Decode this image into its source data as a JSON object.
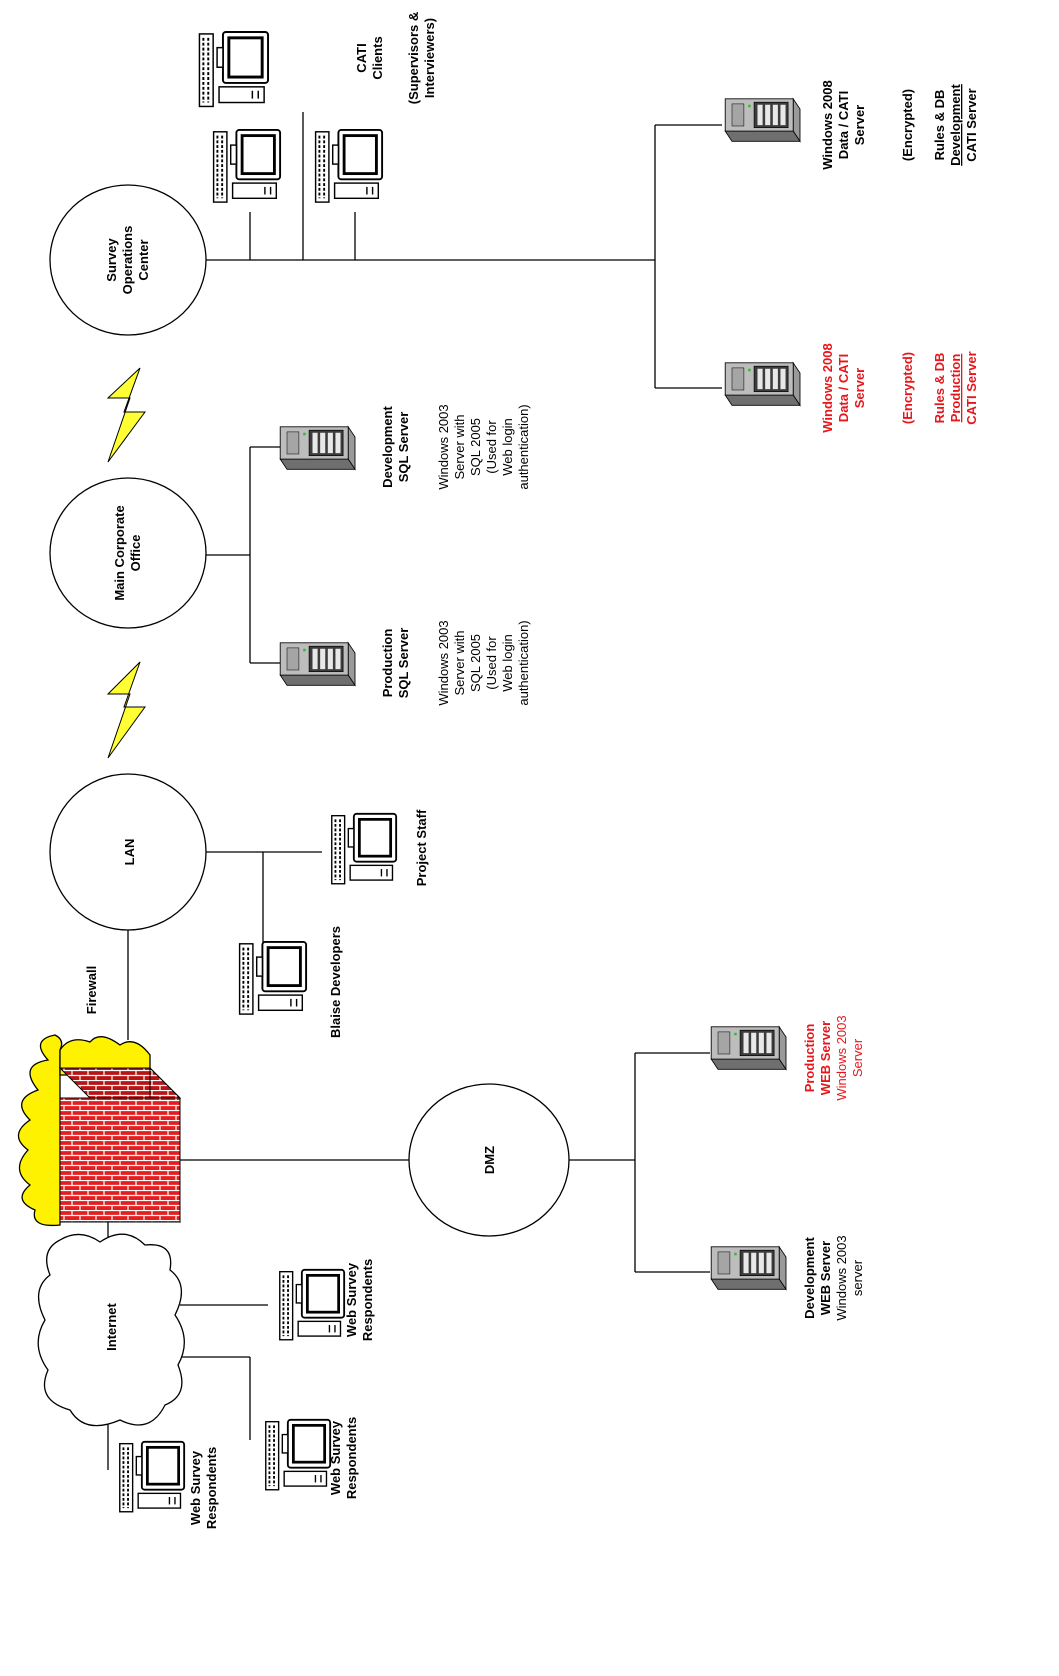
{
  "nodes": {
    "survey_ops": "Survey Operations Center",
    "corporate": "Main Corporate Office",
    "lan": "LAN",
    "dmz": "DMZ",
    "internet": "Internet",
    "firewall": "Firewall"
  },
  "labels": {
    "cati_clients_1": "CATI",
    "cati_clients_2": "Clients",
    "cati_clients_3": "(Supervisors  &",
    "cati_clients_4": "Interviewers)",
    "dev_cati_1": "Windows 2008",
    "dev_cati_2": "Data / CATI",
    "dev_cati_3": "Server",
    "dev_cati_4": "(Encrypted)",
    "dev_cati_5": "Rules & DB",
    "dev_cati_6": "Development",
    "dev_cati_7": "CATI Server",
    "prod_cati_1": "Windows 2008",
    "prod_cati_2": "Data / CATI",
    "prod_cati_3": "Server",
    "prod_cati_4": "(Encrypted)",
    "prod_cati_5": "Rules & DB",
    "prod_cati_6": "Production",
    "prod_cati_7": "CATI Server",
    "dev_sql_1": "Development",
    "dev_sql_2": "SQL Server",
    "dev_sql_3": "Windows 2003",
    "dev_sql_4": "Server with",
    "dev_sql_5": "SQL 2005",
    "dev_sql_6": "(Used for",
    "dev_sql_7": "Web login",
    "dev_sql_8": "authentication)",
    "prod_sql_1": "Production",
    "prod_sql_2": "SQL Server",
    "prod_sql_3": "Windows 2003",
    "prod_sql_4": "Server with",
    "prod_sql_5": "SQL 2005",
    "prod_sql_6": "(Used for",
    "prod_sql_7": "Web login",
    "prod_sql_8": "authentication)",
    "project_staff": "Project Staff",
    "blaise_devs": "Blaise Developers",
    "prod_web_1": "Production",
    "prod_web_2": "WEB Server",
    "prod_web_3": "Windows 2003",
    "prod_web_4": "Server",
    "dev_web_1": "Development",
    "dev_web_2": "WEB Server",
    "dev_web_3": "Windows 2003",
    "dev_web_4": "server",
    "resp_a_1": "Web Survey",
    "resp_a_2": "Respondents",
    "resp_b_1": "Web Survey",
    "resp_b_2": "Respondents",
    "resp_c_1": "Web Survey",
    "resp_c_2": "Respondents"
  },
  "colors": {
    "production_text": "#e8161b",
    "firewall_brick": "#e41e1e",
    "firewall_flame": "#fff200",
    "lightning": "#ffff33"
  }
}
